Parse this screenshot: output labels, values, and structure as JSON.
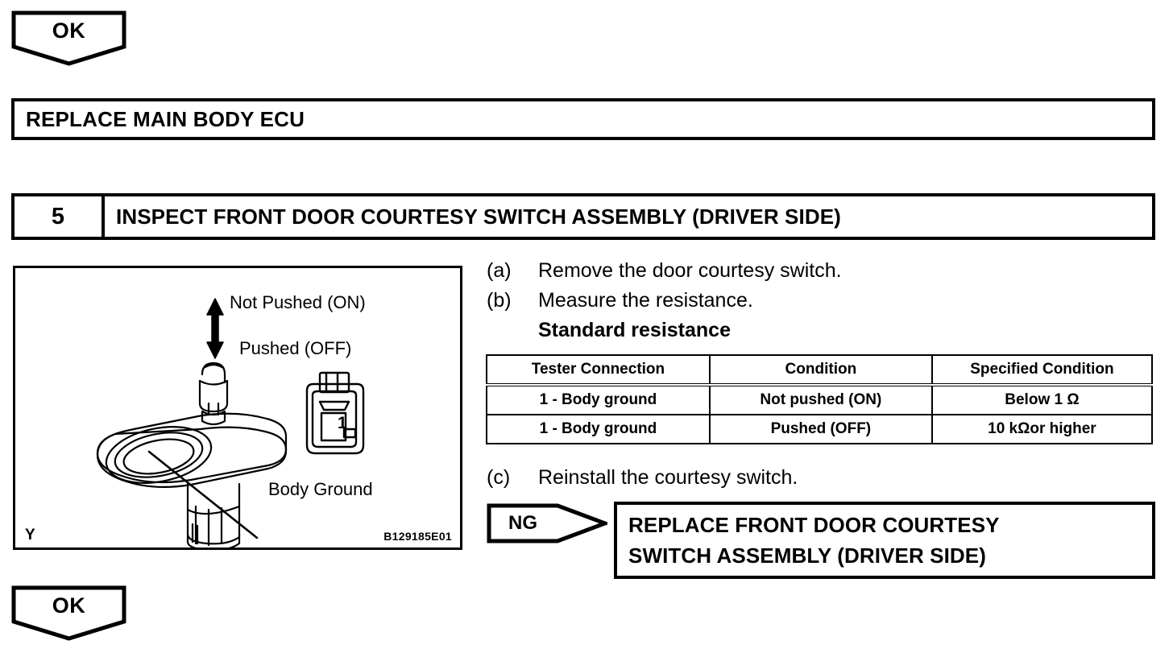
{
  "decision_top": {
    "label": "OK",
    "icon": "down-arrow-pentagon"
  },
  "replace_ecu": {
    "label": "REPLACE MAIN BODY ECU"
  },
  "step": {
    "number": "5",
    "title": "INSPECT FRONT DOOR COURTESY SWITCH ASSEMBLY (DRIVER SIDE)"
  },
  "illustration": {
    "corner_letter": "Y",
    "figure_id": "B129185E01",
    "labels": {
      "not_pushed": "Not Pushed (ON)",
      "pushed": "Pushed (OFF)",
      "body_ground": "Body Ground",
      "terminal_number": "1"
    },
    "icons": {
      "updown_arrow": "double-headed-vertical-arrow-icon",
      "switch": "door-courtesy-switch-icon",
      "connector": "connector-icon"
    }
  },
  "procedure": {
    "items": [
      {
        "marker": "(a)",
        "text": "Remove the door courtesy switch."
      },
      {
        "marker": "(b)",
        "text": "Measure the resistance."
      }
    ],
    "standard_heading": "Standard resistance",
    "reinstall": {
      "marker": "(c)",
      "text": "Reinstall the courtesy switch."
    }
  },
  "spec_table": {
    "headers": [
      "Tester Connection",
      "Condition",
      "Specified Condition"
    ],
    "rows": [
      [
        "1 - Body ground",
        "Not pushed (ON)",
        "Below 1 Ω"
      ],
      [
        "1 - Body ground",
        "Pushed (OFF)",
        "10 kΩor higher"
      ]
    ]
  },
  "ng_branch": {
    "label": "NG",
    "icon": "right-arrow-pentagon",
    "action_lines": [
      "REPLACE FRONT DOOR COURTESY",
      "SWITCH ASSEMBLY (DRIVER SIDE)"
    ]
  },
  "decision_bottom": {
    "label": "OK",
    "icon": "down-arrow-pentagon"
  }
}
